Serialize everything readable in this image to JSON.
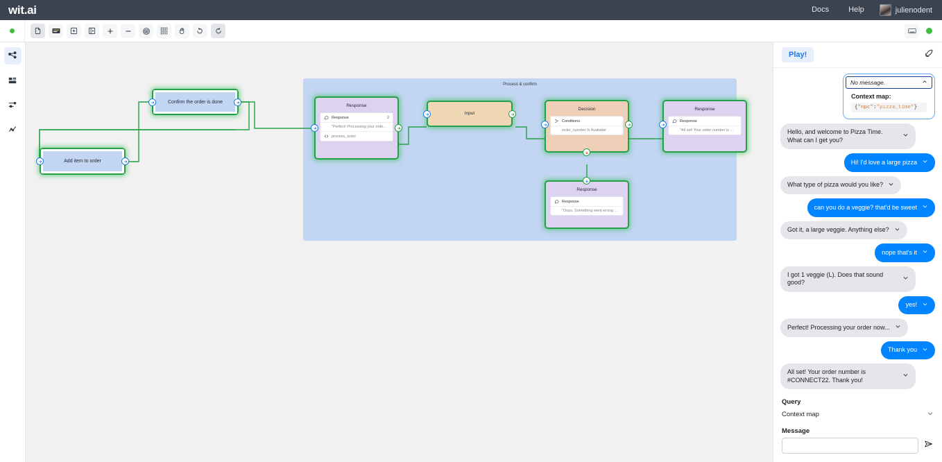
{
  "header": {
    "brand": "wit.ai",
    "links": [
      {
        "label": "Docs",
        "name": "docs-link"
      },
      {
        "label": "Help",
        "name": "help-link"
      }
    ],
    "username": "julienodent"
  },
  "toolbar": {
    "status_dot_color": "#3fbf3f",
    "buttons": [
      {
        "name": "document-icon",
        "label": "Document",
        "active": true
      },
      {
        "name": "keyboard-icon",
        "label": "Keyboard shortcuts",
        "active": false
      },
      {
        "name": "add-box-icon",
        "label": "Add node",
        "active": false
      },
      {
        "name": "add-panel-icon",
        "label": "Add panel",
        "active": false
      },
      {
        "name": "zoom-in-icon",
        "label": "Zoom in",
        "active": false
      },
      {
        "name": "zoom-out-icon",
        "label": "Zoom out",
        "active": false
      },
      {
        "name": "target-icon",
        "label": "Center view",
        "active": false
      },
      {
        "name": "grid-icon",
        "label": "Toggle grid",
        "active": false
      },
      {
        "name": "hand-icon",
        "label": "Pan tool",
        "active": false
      },
      {
        "name": "undo-icon",
        "label": "Undo",
        "active": false
      },
      {
        "name": "redo-icon",
        "label": "Redo",
        "active": true
      }
    ],
    "right": [
      {
        "name": "keyboard-icon",
        "label": "Keyboard"
      }
    ],
    "right_status_color": "#3fbf3f"
  },
  "rail": {
    "items": [
      {
        "name": "sidebar-item-flows",
        "icon": "flow-nodes-icon",
        "active": true
      },
      {
        "name": "sidebar-item-entities",
        "icon": "database-icon",
        "active": false
      },
      {
        "name": "sidebar-item-settings",
        "icon": "sliders-icon",
        "active": false
      },
      {
        "name": "sidebar-item-analytics",
        "icon": "trend-icon",
        "active": false
      }
    ]
  },
  "canvas": {
    "background": "#f1f1f1",
    "group": {
      "label": "Process & confirm",
      "color": "#c2d5f2"
    },
    "nodes": [
      {
        "id": "add-item",
        "type": "plain",
        "label": "Add item to order",
        "color": "#c2d5f2"
      },
      {
        "id": "confirm-order",
        "type": "plain",
        "label": "Confirm the order is done",
        "color": "#c2d5f2"
      },
      {
        "id": "response-processing",
        "type": "card",
        "title": "Response",
        "color": "#ddd2ef",
        "rows": [
          {
            "icon": "speech-bubble-icon",
            "text": "Response",
            "count": "2"
          },
          {
            "icon": "",
            "text": "\"Perfect! Processing your orde...",
            "muted": true
          },
          {
            "icon": "code-icon",
            "text": "process_order",
            "muted": true
          }
        ]
      },
      {
        "id": "input-node",
        "type": "plain-colored",
        "title": "Input",
        "color": "#efd8b3"
      },
      {
        "id": "decision-node",
        "type": "card",
        "title": "Decision",
        "color": "#f0cfb9",
        "rows": [
          {
            "icon": "branch-icon",
            "text": "Conditions"
          },
          {
            "icon": "",
            "text": "order_number Is Available",
            "muted": true
          }
        ]
      },
      {
        "id": "response-allset",
        "type": "card",
        "title": "Response",
        "color": "#ddd2ef",
        "rows": [
          {
            "icon": "speech-bubble-icon",
            "text": "Response"
          },
          {
            "icon": "",
            "text": "\"All set! Your order number is ...",
            "muted": true
          }
        ]
      },
      {
        "id": "response-oops",
        "type": "card",
        "title": "Response",
        "color": "#ddd2ef",
        "rows": [
          {
            "icon": "speech-bubble-icon",
            "text": "Response"
          },
          {
            "icon": "",
            "text": "\"Oops. Something went wrong ...",
            "muted": true
          }
        ]
      }
    ],
    "edge_color": "#24a148"
  },
  "right_panel": {
    "play_label": "Play!",
    "rocket_icon": "rocket-icon",
    "context_card": {
      "select_value": "No message.",
      "title": "Context map:",
      "code_open": "{",
      "code_key": "\"npc\"",
      "code_colon": ":",
      "code_value": "\"pizza_time\"",
      "code_close": "}"
    },
    "messages": [
      {
        "role": "bot",
        "text": "Hello, and welcome to Pizza Time. What can I get you?"
      },
      {
        "role": "user",
        "text": "Hi! I'd love a large pizza"
      },
      {
        "role": "bot",
        "text": "What type of pizza would you like?"
      },
      {
        "role": "user",
        "text": "can you do a veggie? that'd be sweet"
      },
      {
        "role": "bot",
        "text": "Got it, a large veggie. Anything else?"
      },
      {
        "role": "user",
        "text": "nope that's it"
      },
      {
        "role": "bot",
        "text": "I got 1 veggie (L). Does that sound good?"
      },
      {
        "role": "user",
        "text": "yes!"
      },
      {
        "role": "bot",
        "text": "Perfect! Processing your order now..."
      },
      {
        "role": "user",
        "text": "Thank you"
      },
      {
        "role": "bot",
        "text": "All set! Your order number is #CONNECT22. Thank you!"
      }
    ],
    "query_label": "Query",
    "context_map_label": "Context map",
    "message_label": "Message",
    "message_value": "",
    "message_placeholder": "",
    "send_icon": "send-icon"
  }
}
